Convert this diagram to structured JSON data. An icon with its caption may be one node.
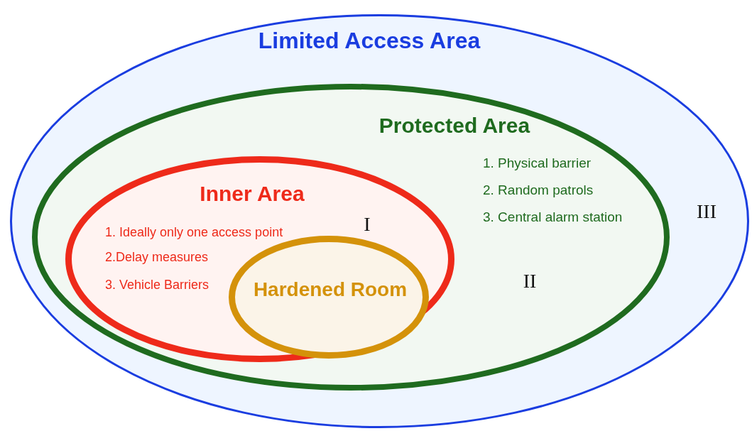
{
  "diagram": {
    "nodes": [
      {
        "text": [
          "Limited Access Area",
          "III"
        ]
      },
      {
        "text": [
          "Protected Area",
          "1. Physical barrier",
          "2. Random patrols",
          "3. Central alarm station",
          "II"
        ],
        "in": 0
      },
      {
        "text": [
          "Inner Area",
          "1. Ideally only one access point",
          "2.Delay measures",
          "3. Vehicle Barriers",
          "I"
        ],
        "in": 1
      },
      {
        "text": [
          "Hardened Room"
        ],
        "in": 2
      }
    ],
    "edges": []
  }
}
